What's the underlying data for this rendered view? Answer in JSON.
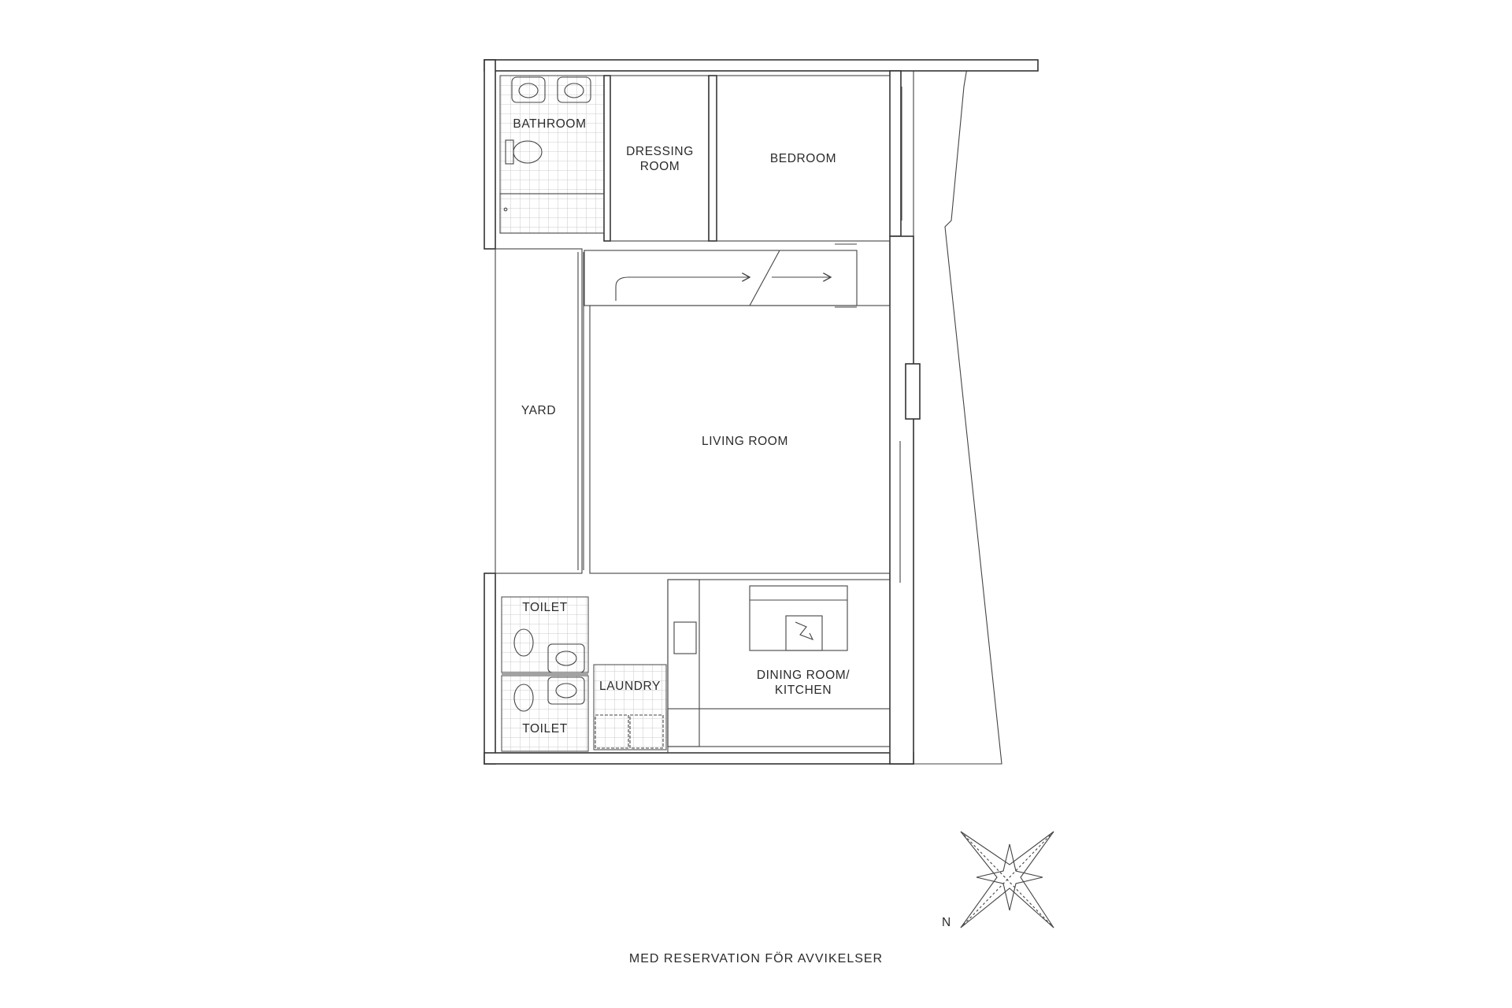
{
  "plan": {
    "rooms": {
      "bathroom": "BATHROOM",
      "dressing_line1": "DRESSING",
      "dressing_line2": "ROOM",
      "bedroom": "BEDROOM",
      "yard": "YARD",
      "living": "LIVING ROOM",
      "toilet_upper": "TOILET",
      "toilet_lower": "TOILET",
      "laundry": "LAUNDRY",
      "dining_line1": "DINING ROOM/",
      "dining_line2": "KITCHEN"
    },
    "compass_label": "N",
    "disclaimer": "MED RESERVATION FÖR AVVIKELSER"
  }
}
